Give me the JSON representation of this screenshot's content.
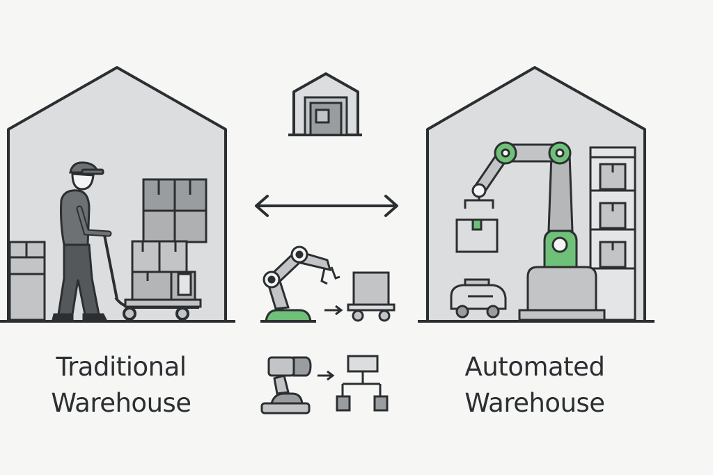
{
  "labels": {
    "traditional_line1": "Traditional",
    "traditional_line2": "Warehouse",
    "automated_line1": "Automated",
    "automated_line2": "Warehouse"
  },
  "icons": {
    "left_building": "warehouse-building-icon",
    "worker": "warehouse-worker-icon",
    "pallet_jack": "pallet-jack-icon",
    "small_warehouse": "small-warehouse-icon",
    "compare_arrow": "double-arrow-icon",
    "robot_arm_mini": "robotic-arm-icon",
    "cart": "cart-icon",
    "flowchart": "flowchart-icon",
    "right_building": "automated-warehouse-building-icon",
    "robot_arm_large": "large-robotic-arm-icon",
    "agv": "agv-robot-icon",
    "shelving": "shelving-rack-icon"
  },
  "colors": {
    "stroke": "#2b2f31",
    "building_fill": "#dcdddf",
    "box_fill": "#c2c4c6",
    "dark_box": "#9a9d9f",
    "accent_green": "#6fc17a",
    "robot_grey": "#b5b7b9"
  }
}
